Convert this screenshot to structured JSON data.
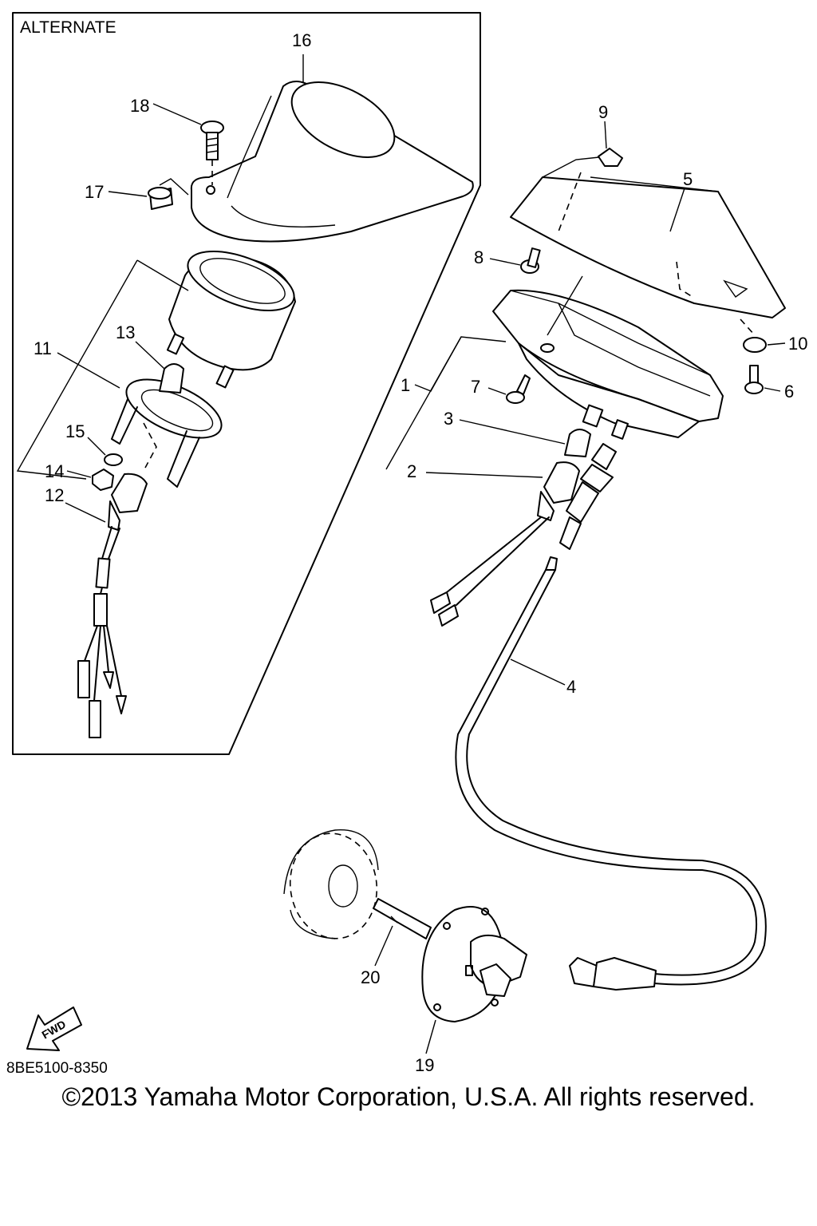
{
  "box_title": "ALTERNATE",
  "part_numbers": [
    "1",
    "2",
    "3",
    "4",
    "5",
    "6",
    "7",
    "8",
    "9",
    "10",
    "11",
    "12",
    "13",
    "14",
    "15",
    "16",
    "17",
    "18",
    "19",
    "20"
  ],
  "direction_label": "FWD",
  "diagram_code": "8BE5100-8350",
  "copyright": "©2013 Yamaha Motor Corporation, U.S.A. All rights reserved."
}
